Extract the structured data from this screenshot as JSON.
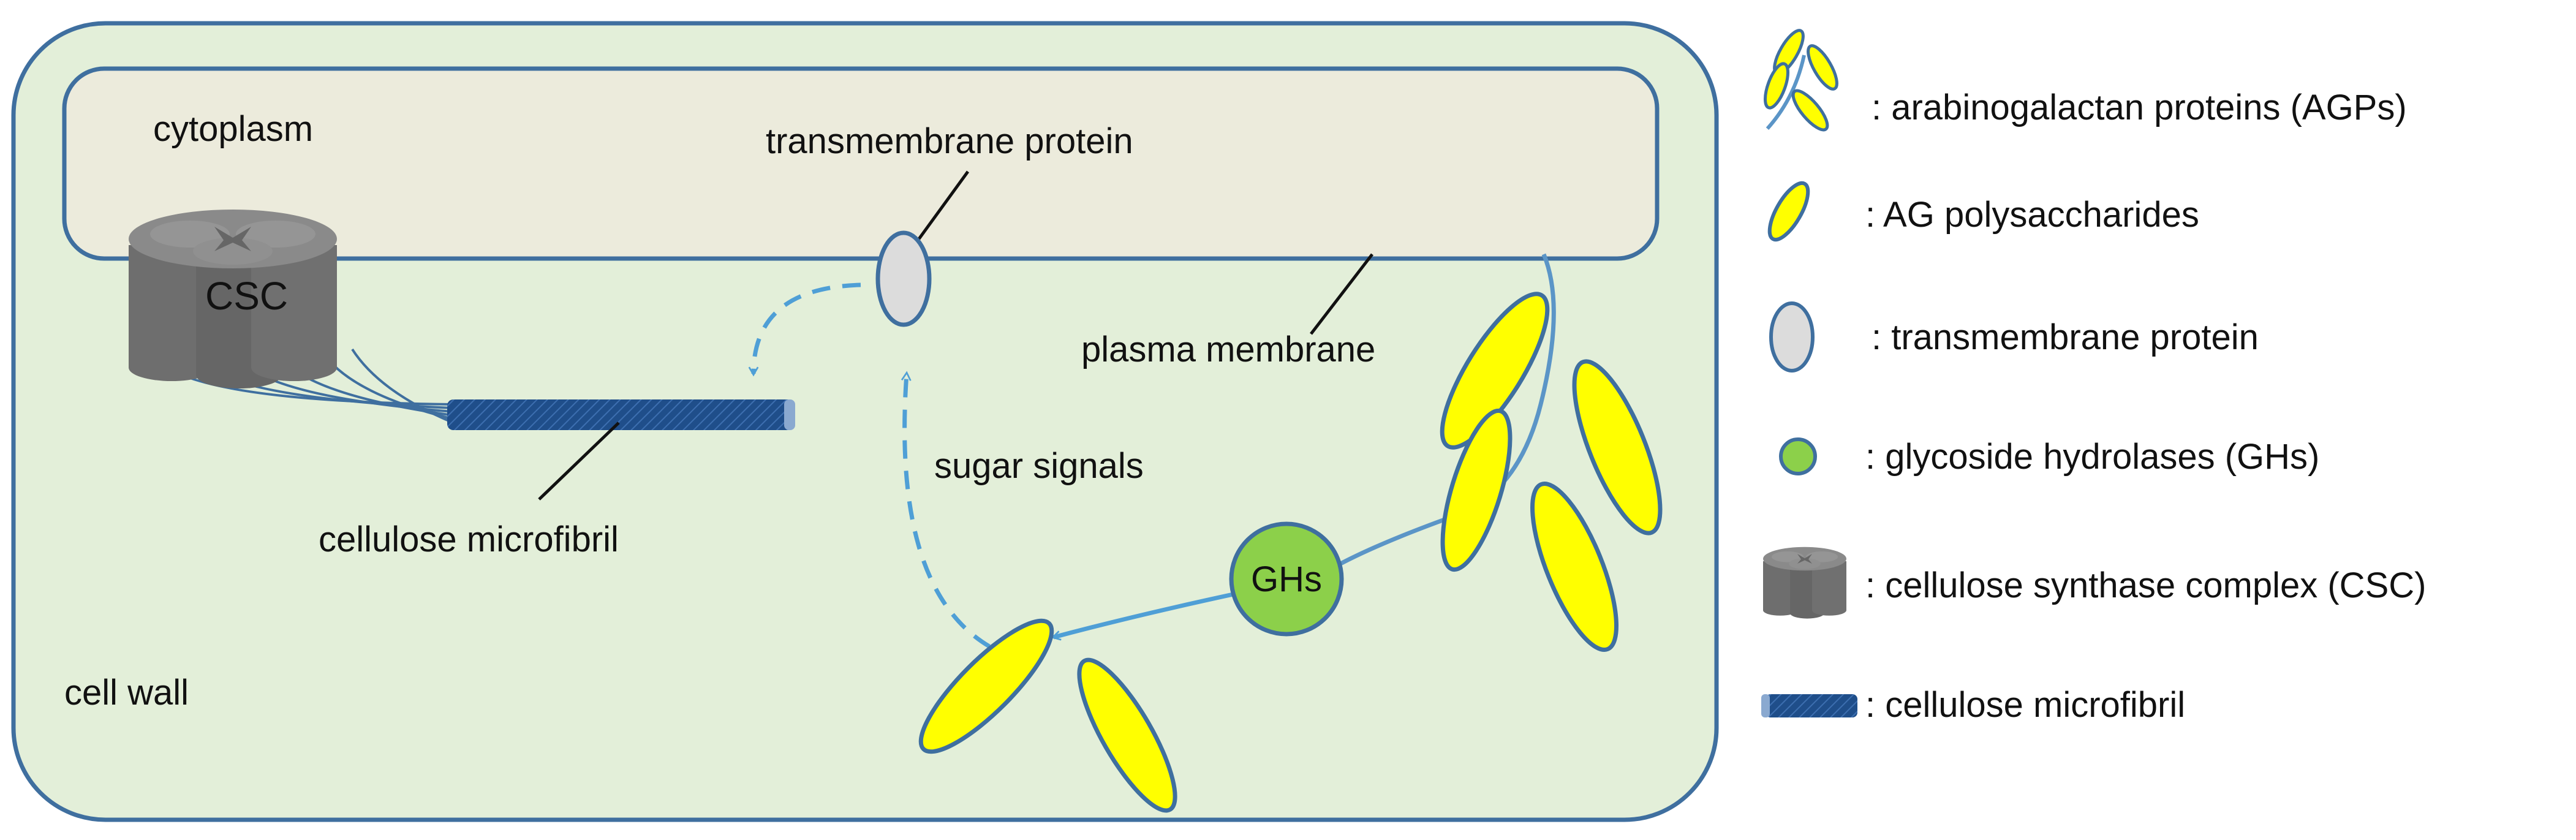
{
  "labels": {
    "cytoplasm": "cytoplasm",
    "transmembrane_protein": "transmembrane protein",
    "plasma_membrane": "plasma membrane",
    "csc": "CSC",
    "cellulose_microfibril": "cellulose microfibril",
    "sugar_signals": "sugar signals",
    "ghs": "GHs",
    "cell_wall": "cell wall"
  },
  "legend": [
    {
      "icon": "agp-branch-icon",
      "text": ": arabinogalactan proteins (AGPs)"
    },
    {
      "icon": "ag-polysaccharide-icon",
      "text": ": AG polysaccharides"
    },
    {
      "icon": "transmembrane-protein-icon",
      "text": ": transmembrane protein"
    },
    {
      "icon": "glycoside-hydrolase-icon",
      "text": ":  glycoside hydrolases (GHs)"
    },
    {
      "icon": "csc-icon",
      "text": ": cellulose synthase complex (CSC)"
    },
    {
      "icon": "microfibril-icon",
      "text": ": cellulose microfibril"
    }
  ],
  "colors": {
    "cell_wall_fill": "#e3efd9",
    "cytoplasm_fill": "#ecebdc",
    "outline": "#3f6f9f",
    "arrow": "#4f9fd6",
    "polysaccharide": "#ffff00",
    "ghs": "#8cd04a",
    "csc": "#6e6e6e",
    "microfibril": "#1f4e8a",
    "tm_protein": "#dcdcdc"
  }
}
